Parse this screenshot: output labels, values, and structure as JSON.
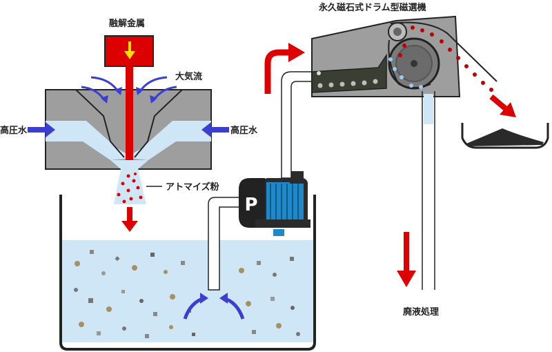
{
  "labels": {
    "molten_metal": "融解金属",
    "air_flow": "大気流",
    "high_pressure_water_left": "高圧水",
    "high_pressure_water_right": "高圧水",
    "atomized_powder": "アトマイズ粉",
    "pump": "P",
    "separator": "永久磁石式ドラム型磁選機",
    "waste_treatment": "廃液処理"
  },
  "colors": {
    "metal_red": "#dd0000",
    "water_blue": "#cfe6f7",
    "nozzle_gray": "#9e9e9e",
    "arrow_blue": "#3a3fd0",
    "pump_blue": "#1e88c8"
  }
}
